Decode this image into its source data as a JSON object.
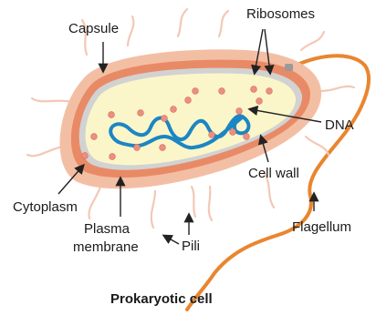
{
  "diagram": {
    "title": "Prokaryotic cell",
    "labels": {
      "capsule": "Capsule",
      "ribosomes": "Ribosomes",
      "dna": "DNA",
      "cell_wall": "Cell wall",
      "cytoplasm": "Cytoplasm",
      "plasma_membrane_line1": "Plasma",
      "plasma_membrane_line2": "membrane",
      "pili": "Pili",
      "flagellum": "Flagellum"
    },
    "colors": {
      "capsule": "#f3bfa4",
      "cell_wall": "#e98a66",
      "plasma_membrane": "#c8c8c8",
      "cytoplasm": "#fbf6c9",
      "dna": "#1b86c4",
      "ribosome": "#ec8f7e",
      "flagellum": "#e8862f",
      "pili": "#f3c8b6",
      "arrow": "#222222"
    }
  }
}
